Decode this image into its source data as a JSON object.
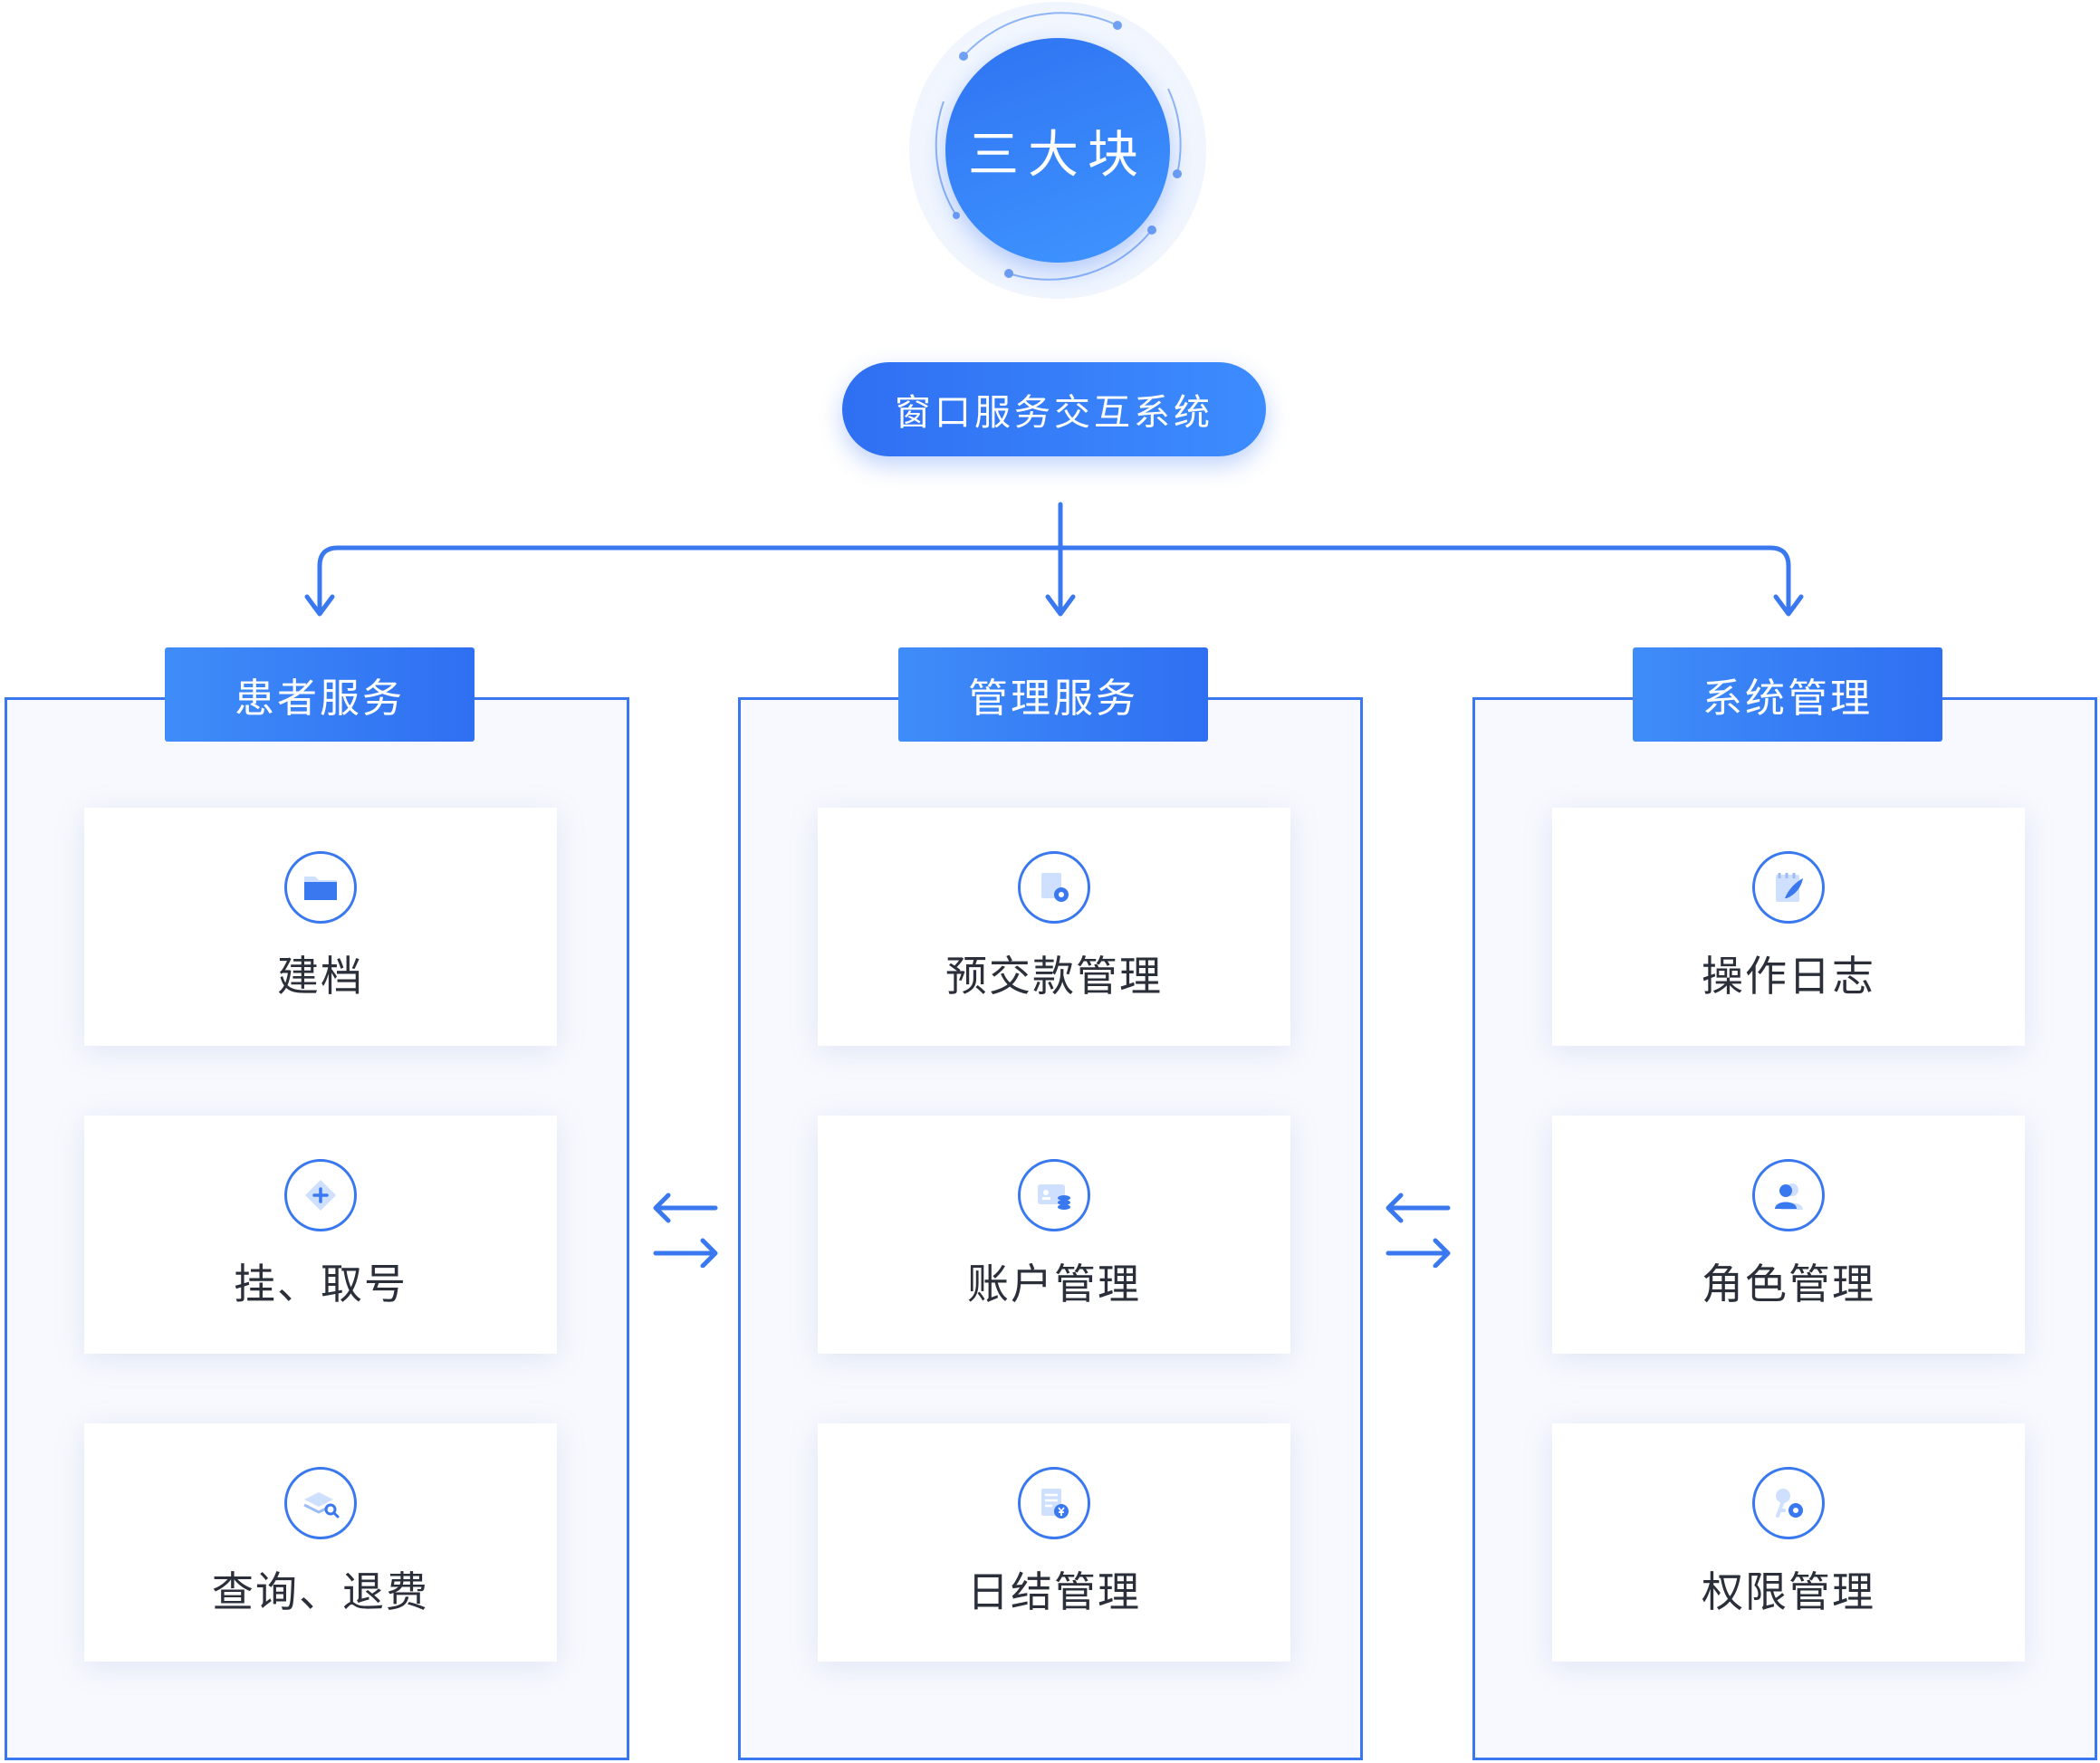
{
  "root": {
    "title": "三大块"
  },
  "system": {
    "title": "窗口服务交互系统"
  },
  "colors": {
    "accent": "#2f6ff2",
    "accent_light": "#3f8df9",
    "line": "#3a78f0",
    "panel_bg": "#f7f9fe",
    "text_dark": "#2a2f3a"
  },
  "columns": [
    {
      "title": "患者服务",
      "cards": [
        {
          "label": "建档",
          "icon": "folder-icon"
        },
        {
          "label": "挂、取号",
          "icon": "plus-diamond-icon"
        },
        {
          "label": "查询、退费",
          "icon": "layers-search-icon"
        }
      ]
    },
    {
      "title": "管理服务",
      "cards": [
        {
          "label": "预交款管理",
          "icon": "document-gear-icon"
        },
        {
          "label": "账户管理",
          "icon": "id-card-coins-icon"
        },
        {
          "label": "日结管理",
          "icon": "receipt-yuan-icon"
        }
      ]
    },
    {
      "title": "系统管理",
      "cards": [
        {
          "label": "操作日志",
          "icon": "notebook-quill-icon"
        },
        {
          "label": "角色管理",
          "icon": "users-icon"
        },
        {
          "label": "权限管理",
          "icon": "key-gear-icon"
        }
      ]
    }
  ]
}
